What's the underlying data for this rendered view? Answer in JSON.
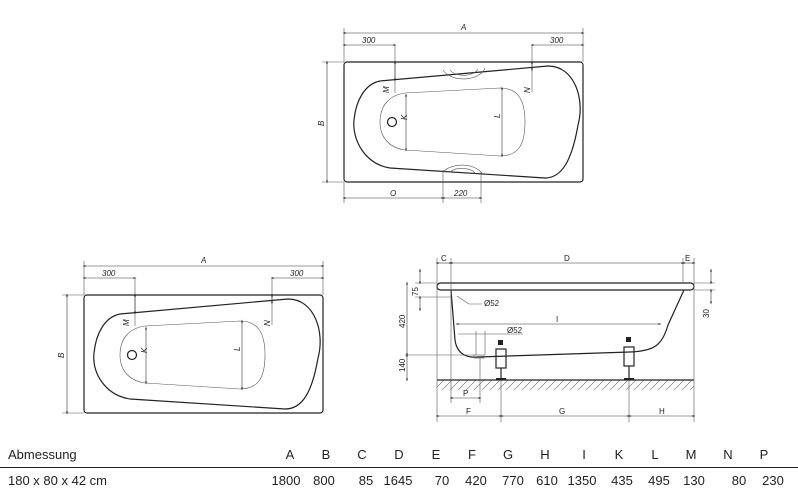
{
  "drawing_labels": {
    "A": "A",
    "B": "B",
    "C": "C",
    "D": "D",
    "E": "E",
    "F": "F",
    "G": "G",
    "H": "H",
    "I": "I",
    "K": "K",
    "L": "L",
    "M": "M",
    "N": "N",
    "O": "O",
    "P": "P",
    "d300": "300",
    "d220": "220",
    "d75": "75",
    "d420": "420",
    "d140": "140",
    "d30": "30",
    "drain": "Ø52"
  },
  "table": {
    "header_label": "Abmessung",
    "columns": [
      "A",
      "B",
      "C",
      "D",
      "E",
      "F",
      "G",
      "H",
      "I",
      "K",
      "L",
      "M",
      "N",
      "P"
    ],
    "rows": [
      {
        "name": "180 x 80 x 42 cm",
        "values": [
          "1800",
          "800",
          "85",
          "1645",
          "70",
          "420",
          "770",
          "610",
          "1350",
          "435",
          "495",
          "130",
          "80",
          "230"
        ]
      }
    ]
  }
}
